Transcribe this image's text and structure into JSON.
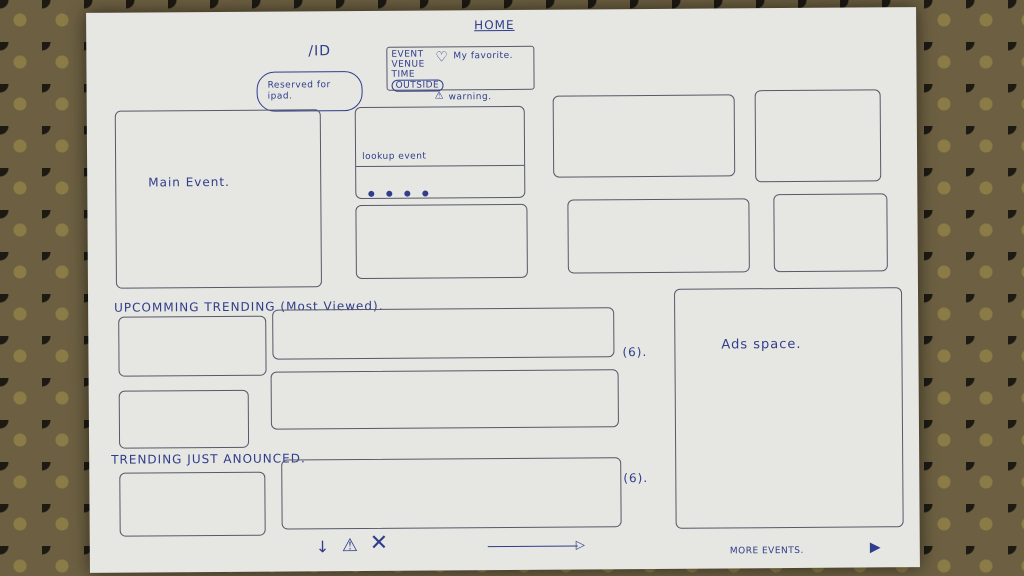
{
  "sketch": {
    "header": {
      "home": "HOME"
    },
    "id_marker": "/ID",
    "bubble_note": "Reserved for ipad.",
    "event_info": {
      "event": "EVENT",
      "venue": "VENUE",
      "time": "TIME",
      "outside": "OUTSIDE",
      "favorite": "My favorite.",
      "warning": "warning."
    },
    "main_event": "Main Event.",
    "lookup_label": "lookup event",
    "sections": {
      "upcoming": "UPCOMMING TRENDING (Most Viewed).",
      "upcoming_count": "(6).",
      "just_announced": "TRENDING JUST ANOUNCED.",
      "just_count": "(6)."
    },
    "ads": "Ads space.",
    "more_events": "MORE EVENTS."
  },
  "colors": {
    "ink": "#2f3d8c",
    "paper": "#e6e6e2"
  }
}
